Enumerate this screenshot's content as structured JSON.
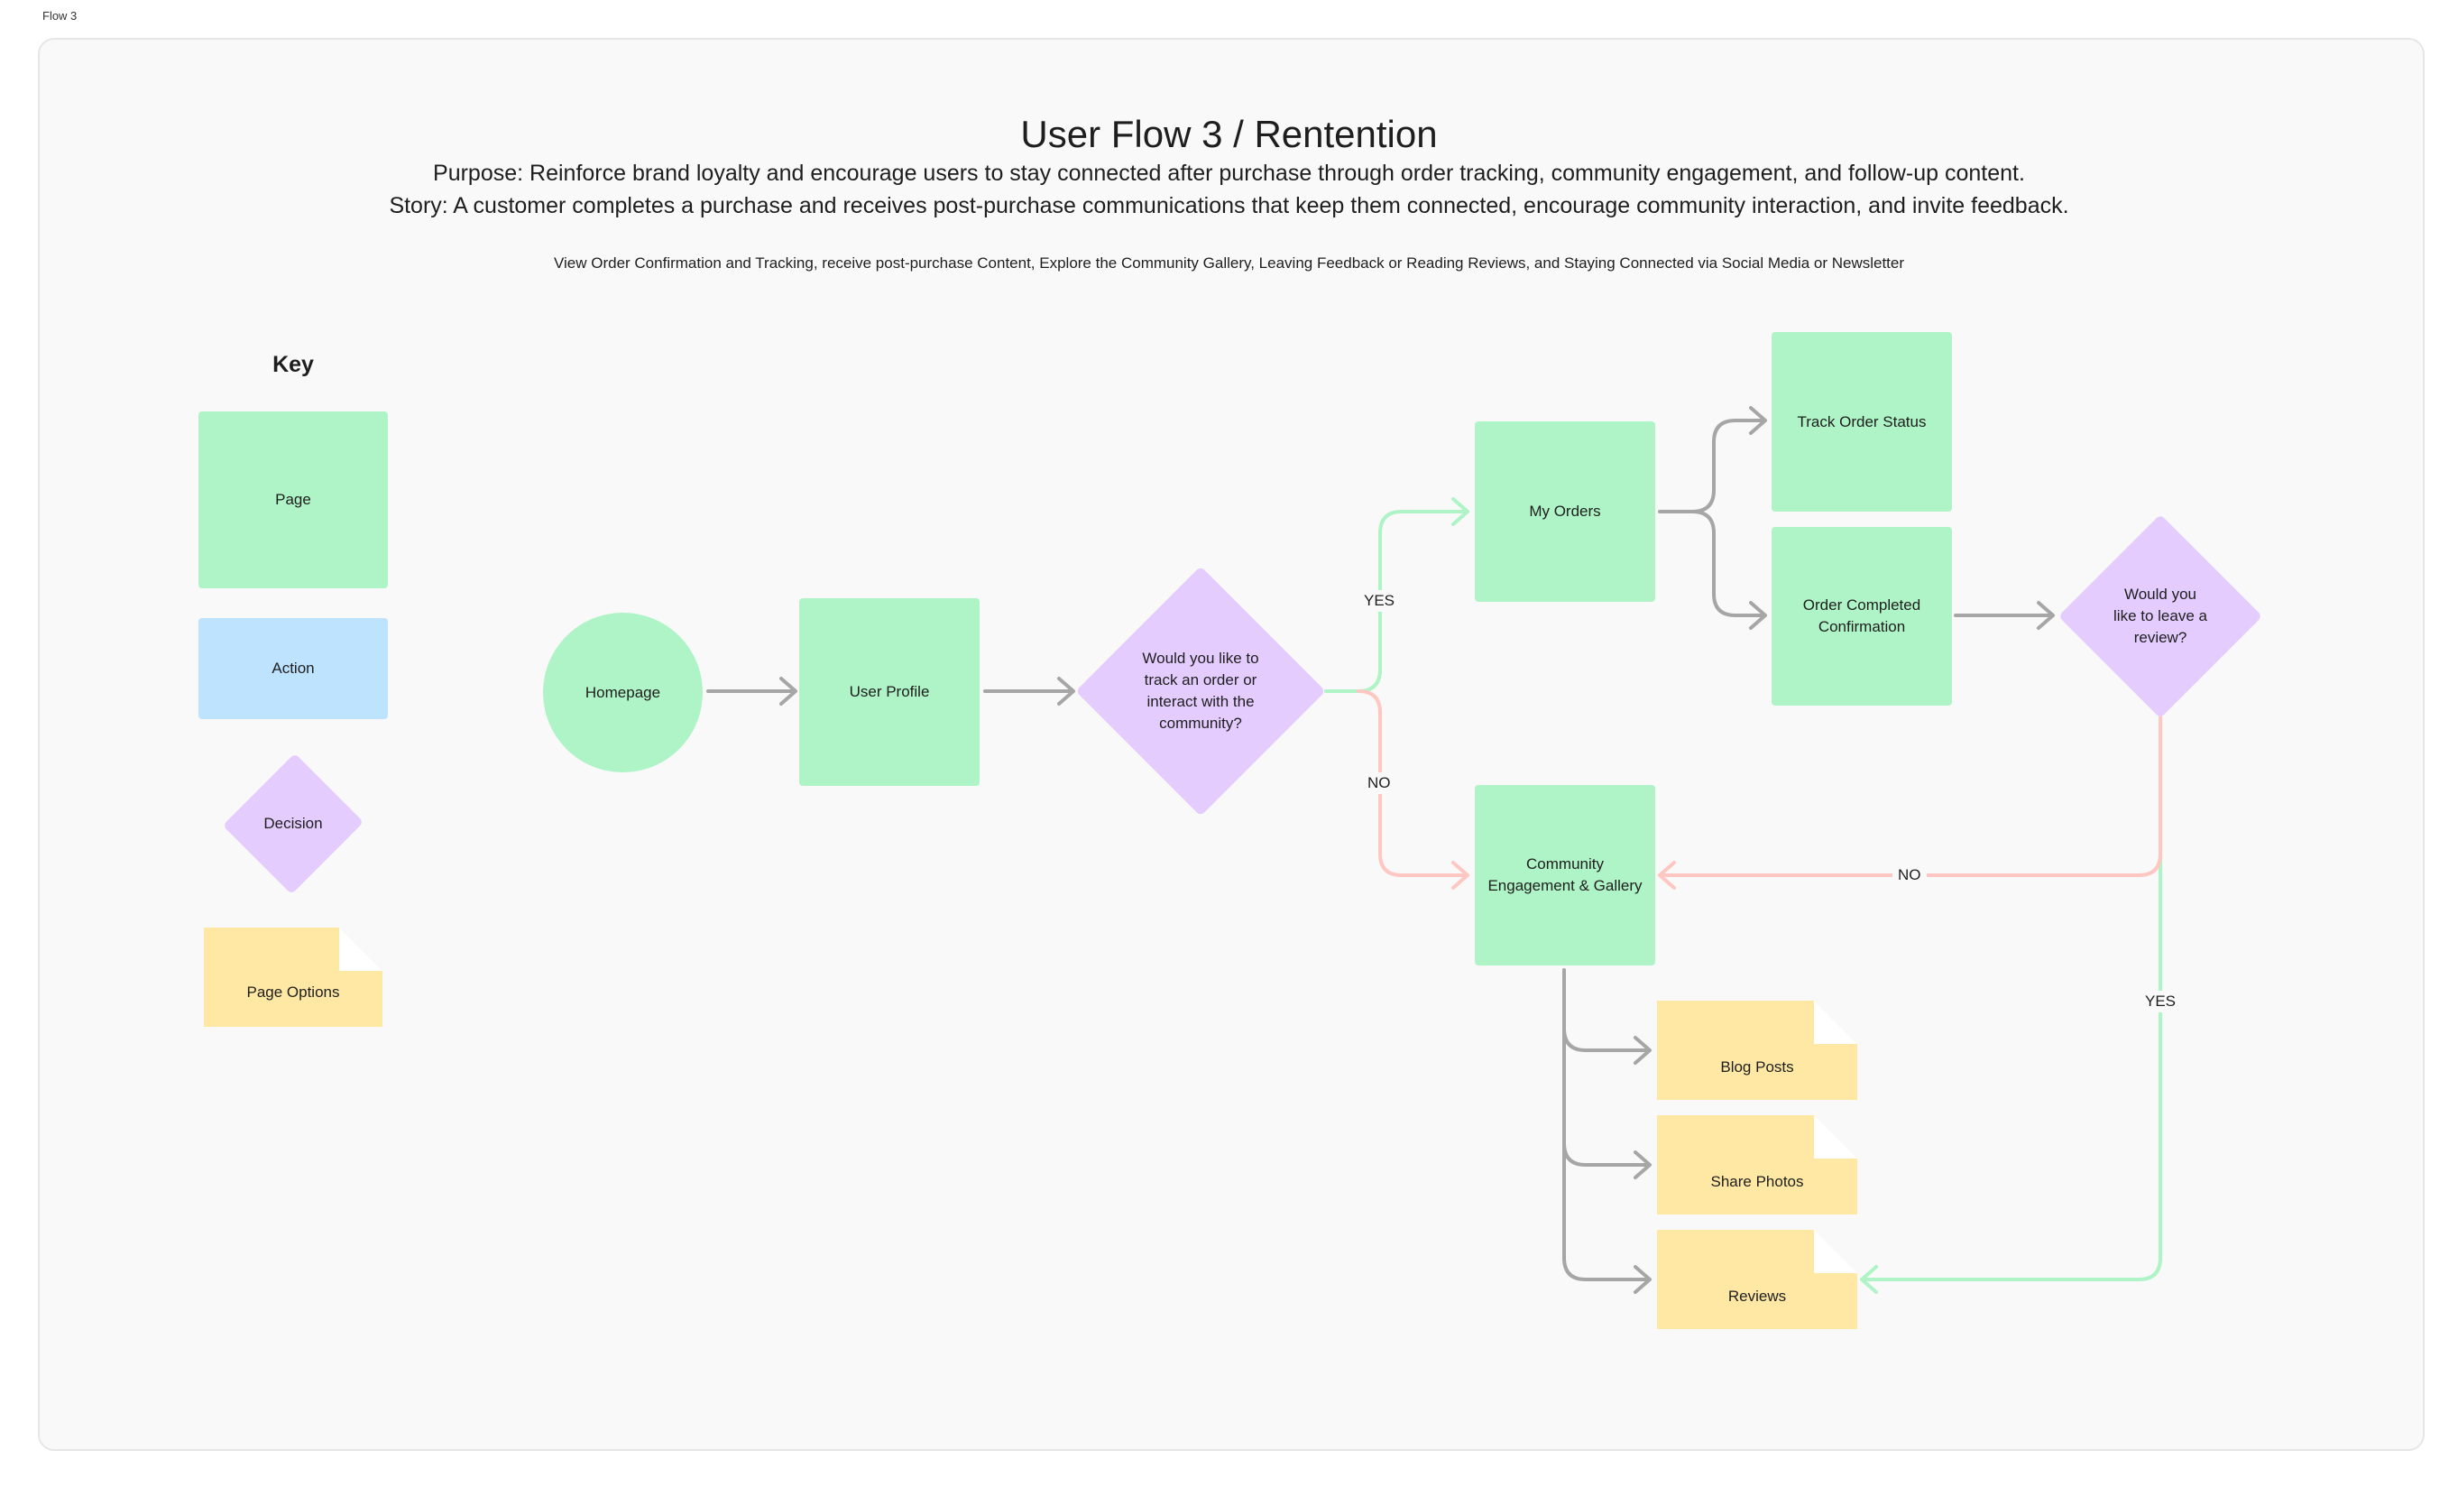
{
  "frame": {
    "label": "Flow 3"
  },
  "header": {
    "title": "User Flow 3 / Rentention",
    "purpose": "Purpose: Reinforce brand loyalty and encourage users to stay connected after purchase through order tracking, community engagement, and follow-up content.",
    "story": "Story: A customer completes a purchase and receives post-purchase communications that keep them connected, encourage community interaction, and invite feedback.",
    "description": "View Order Confirmation and Tracking, receive post-purchase Content, Explore the Community Gallery, Leaving Feedback or Reading Reviews, and Staying Connected via Social Media or Newsletter"
  },
  "key": {
    "title": "Key",
    "page": "Page",
    "action": "Action",
    "decision": "Decision",
    "page_options": "Page Options"
  },
  "nodes": {
    "homepage": "Homepage",
    "user_profile": "User Profile",
    "decision_track": "Would you like to track an order or interact with the community?",
    "my_orders": "My Orders",
    "track_order_status": "Track Order Status",
    "order_completed": "Order Completed Confirmation",
    "decision_review": "Would you like to leave a review?",
    "community": "Community Engagement & Gallery",
    "blog_posts": "Blog Posts",
    "share_photos": "Share Photos",
    "reviews": "Reviews"
  },
  "edge_labels": {
    "yes_top": "YES",
    "no_bottom": "NO",
    "no_review": "NO",
    "yes_review": "YES"
  },
  "colors": {
    "page": "#aff4c6",
    "action": "#bde3ff",
    "decision": "#e4ccff",
    "note": "#ffe8a3",
    "arrow_grey": "#a6a6a6",
    "arrow_green": "#aff4c6",
    "arrow_red": "#ffc7c2"
  }
}
